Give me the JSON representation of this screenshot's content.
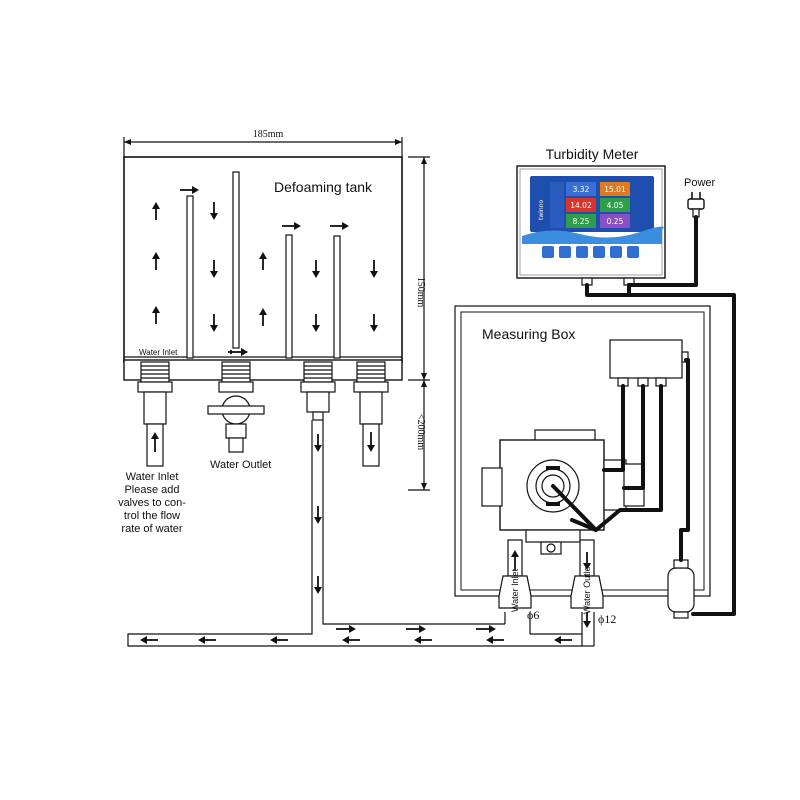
{
  "dimensions": {
    "width": "185mm",
    "height": "150mm",
    "drop": "<200mm"
  },
  "labels": {
    "defoaming_tank": "Defoaming tank",
    "turbidity_meter": "Turbidity Meter",
    "power": "Power",
    "measuring_box": "Measuring Box",
    "tank_water_inlet": "Water Inlet",
    "inlet_note": [
      "Water Inlet",
      "Please add",
      "valves to con-",
      "trol the flow",
      "rate of water"
    ],
    "water_outlet": "Water Outlet",
    "box_water_inlet": "Water Inlet",
    "box_water_outlet": "Water Outlet",
    "pipe_phi6": "ϕ6",
    "pipe_phi12": "ϕ12"
  },
  "meter": {
    "brand": "twinno",
    "readings": [
      {
        "value": "3.32",
        "color": "#3b6fd8"
      },
      {
        "value": "15.01",
        "color": "#e07a1f"
      },
      {
        "value": "14.02",
        "color": "#d9342b"
      },
      {
        "value": "4.05",
        "color": "#2f9e4a"
      },
      {
        "value": "8.25",
        "color": "#2f9e4a"
      },
      {
        "value": "0.25",
        "color": "#8a4fc4"
      }
    ],
    "colors": {
      "screen_bg": "#1f4fae",
      "body_bg": "#ffffff",
      "wave": "#3b8de0",
      "button": "#2f6fd0"
    }
  },
  "icons": [
    "plug-icon",
    "flow-arrow-icon"
  ]
}
